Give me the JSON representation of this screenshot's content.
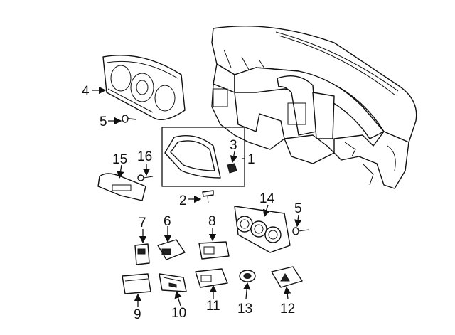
{
  "callouts": {
    "c1": "1",
    "c2": "2",
    "c3": "3",
    "c4": "4",
    "c5a": "5",
    "c5b": "5",
    "c6": "6",
    "c7": "7",
    "c8": "8",
    "c9": "9",
    "c10": "10",
    "c11": "11",
    "c12": "12",
    "c13": "13",
    "c14": "14",
    "c15": "15",
    "c16": "16"
  },
  "colors": {
    "line": "#111111",
    "background": "#ffffff"
  }
}
